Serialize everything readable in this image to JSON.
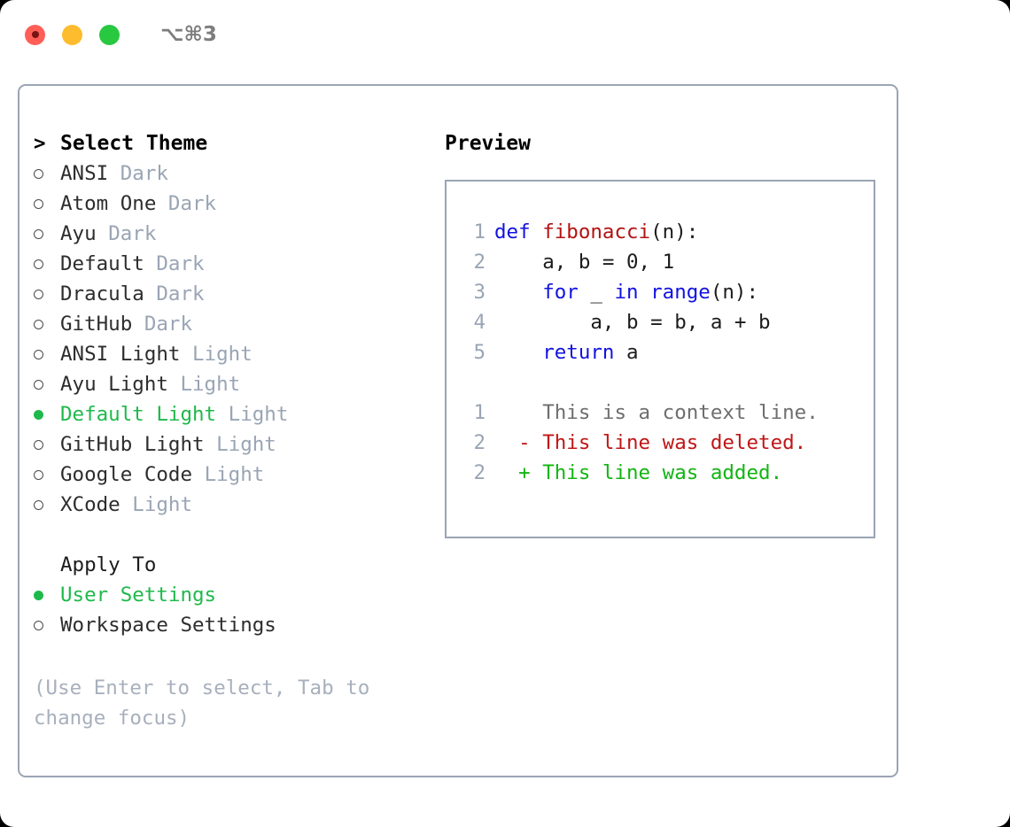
{
  "titlebar": {
    "shortcut": "⌥⌘3",
    "dots": [
      {
        "name": "close",
        "color": "#ff5f57"
      },
      {
        "name": "minimize",
        "color": "#fdbc2e"
      },
      {
        "name": "maximize",
        "color": "#28c840"
      }
    ]
  },
  "theme_list": {
    "prompt": ">",
    "header": "Select Theme",
    "items": [
      {
        "marker": "○",
        "label": "ANSI",
        "suffix": "Dark",
        "selected": false
      },
      {
        "marker": "○",
        "label": "Atom One",
        "suffix": "Dark",
        "selected": false
      },
      {
        "marker": "○",
        "label": "Ayu",
        "suffix": "Dark",
        "selected": false
      },
      {
        "marker": "○",
        "label": "Default",
        "suffix": "Dark",
        "selected": false
      },
      {
        "marker": "○",
        "label": "Dracula",
        "suffix": "Dark",
        "selected": false
      },
      {
        "marker": "○",
        "label": "GitHub",
        "suffix": "Dark",
        "selected": false
      },
      {
        "marker": "○",
        "label": "ANSI Light",
        "suffix": "Light",
        "selected": false
      },
      {
        "marker": "○",
        "label": "Ayu Light",
        "suffix": "Light",
        "selected": false
      },
      {
        "marker": "●",
        "label": "Default Light",
        "suffix": "Light",
        "selected": true
      },
      {
        "marker": "○",
        "label": "GitHub Light",
        "suffix": "Light",
        "selected": false
      },
      {
        "marker": "○",
        "label": "Google Code",
        "suffix": "Light",
        "selected": false
      },
      {
        "marker": "○",
        "label": "XCode",
        "suffix": "Light",
        "selected": false
      }
    ]
  },
  "apply_to": {
    "header": "Apply To",
    "options": [
      {
        "marker": "●",
        "label": "User Settings",
        "selected": true
      },
      {
        "marker": "○",
        "label": "Workspace Settings",
        "selected": false
      }
    ]
  },
  "hint": "(Use Enter to select, Tab to change focus)",
  "preview": {
    "title": "Preview",
    "code_lines": [
      {
        "no": "1",
        "indent": "",
        "tokens": [
          {
            "t": "def ",
            "c": "kw"
          },
          {
            "t": "fibonacci",
            "c": "fn"
          },
          {
            "t": "(n):",
            "c": "plain"
          }
        ]
      },
      {
        "no": "2",
        "indent": "    ",
        "tokens": [
          {
            "t": "a, b = 0, 1",
            "c": "plain"
          }
        ]
      },
      {
        "no": "3",
        "indent": "    ",
        "tokens": [
          {
            "t": "for ",
            "c": "kw"
          },
          {
            "t": "_ ",
            "c": "plain"
          },
          {
            "t": "in ",
            "c": "kw"
          },
          {
            "t": "range",
            "c": "kw"
          },
          {
            "t": "(n):",
            "c": "plain"
          }
        ]
      },
      {
        "no": "4",
        "indent": "        ",
        "tokens": [
          {
            "t": "a, b = b, a + b",
            "c": "plain"
          }
        ]
      },
      {
        "no": "5",
        "indent": "    ",
        "tokens": [
          {
            "t": "return ",
            "c": "kw"
          },
          {
            "t": "a",
            "c": "plain"
          }
        ]
      }
    ],
    "diff_lines": [
      {
        "no": "1",
        "sign": "  ",
        "text": "This is a context line.",
        "kind": "context"
      },
      {
        "no": "2",
        "sign": "- ",
        "text": "This line was deleted.",
        "kind": "deleted"
      },
      {
        "no": "2",
        "sign": "+ ",
        "text": "This line was added.",
        "kind": "added"
      }
    ]
  },
  "colors": {
    "accent_green": "#1fb94b",
    "muted_gray": "#9aa5b4",
    "keyword_blue": "#1212e0",
    "function_red": "#b21212",
    "diff_add_green": "#12b512",
    "diff_del_red": "#c01616",
    "border": "#9aa5b4"
  }
}
